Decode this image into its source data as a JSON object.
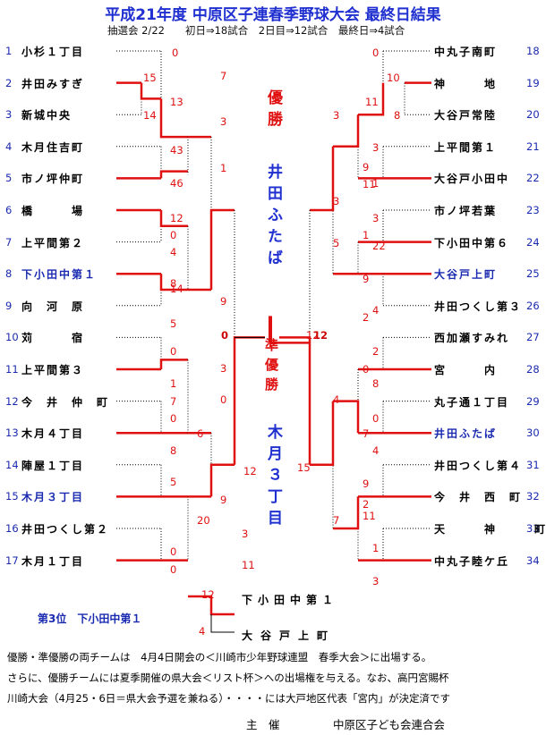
{
  "title": "平成21年度 中原区子連春季野球大会 最終日結果",
  "subtitle": "抽選会 2/22　　初日⇒18試合　2日目⇒12試合　最終日⇒4試合",
  "left_teams": [
    {
      "no": "1",
      "name": "小杉１丁目"
    },
    {
      "no": "2",
      "name": "井田みすぎ"
    },
    {
      "no": "3",
      "name": "新城中央"
    },
    {
      "no": "4",
      "name": "木月住吉町"
    },
    {
      "no": "5",
      "name": "市ノ坪仲町"
    },
    {
      "no": "6",
      "name": "橋　　　場"
    },
    {
      "no": "7",
      "name": "上平間第２"
    },
    {
      "no": "8",
      "name": "下小田中第１"
    },
    {
      "no": "9",
      "name": "向　河　原"
    },
    {
      "no": "10",
      "name": "苅　　　宿"
    },
    {
      "no": "11",
      "name": "上平間第３"
    },
    {
      "no": "12",
      "name": "今　井　仲　町"
    },
    {
      "no": "13",
      "name": "木月４丁目"
    },
    {
      "no": "14",
      "name": "陣屋１丁目"
    },
    {
      "no": "15",
      "name": "木月３丁目"
    },
    {
      "no": "16",
      "name": "井田つくし第２"
    },
    {
      "no": "17",
      "name": "木月１丁目"
    }
  ],
  "right_teams": [
    {
      "no": "18",
      "name": "中丸子南町"
    },
    {
      "no": "19",
      "name": "神　　　地"
    },
    {
      "no": "20",
      "name": "大谷戸常陸"
    },
    {
      "no": "21",
      "name": "上平間第１"
    },
    {
      "no": "22",
      "name": "大谷戸小田中"
    },
    {
      "no": "23",
      "name": "市ノ坪若葉"
    },
    {
      "no": "24",
      "name": "下小田中第６"
    },
    {
      "no": "25",
      "name": "大谷戸上町"
    },
    {
      "no": "26",
      "name": "井田つくし第３"
    },
    {
      "no": "27",
      "name": "西加瀬すみれ"
    },
    {
      "no": "28",
      "name": "宮　　　内"
    },
    {
      "no": "29",
      "name": "丸子通１丁目"
    },
    {
      "no": "30",
      "name": "井田ふたば"
    },
    {
      "no": "31",
      "name": "井田つくし第４"
    },
    {
      "no": "32",
      "name": "今　井　西　町"
    },
    {
      "no": "33",
      "name": "天　　　神　　　町"
    },
    {
      "no": "34",
      "name": "中丸子睦ケ丘"
    }
  ],
  "scores_left": [
    "0",
    "15",
    "14",
    "7",
    "13",
    "43",
    "46",
    "1",
    "3",
    "12",
    "0",
    "4",
    "8",
    "14",
    "5",
    "9",
    "0",
    "1",
    "3",
    "7",
    "0",
    "0",
    "6",
    "8",
    "5",
    "20",
    "0",
    "0",
    "9",
    "12",
    "3",
    "11"
  ],
  "scores_right": [
    "0",
    "10",
    "8",
    "11",
    "3",
    "3",
    "1",
    "9",
    "11",
    "3",
    "3",
    "22",
    "1",
    "5",
    "9",
    "4",
    "2",
    "2",
    "0",
    "8",
    "0",
    "7",
    "4",
    "4",
    "9",
    "11",
    "1",
    "3",
    "2",
    "7",
    "15",
    "12"
  ],
  "final": {
    "left": "0",
    "right": "12"
  },
  "champion_label": "優勝",
  "champion_team": "井田ふたば",
  "runnerup_label": "準優勝",
  "runnerup_team": "木月３丁目",
  "third": {
    "label": "第3位　下小田中第１",
    "team1": "下小田中第１",
    "team2": "大谷戸上町",
    "score1": "12",
    "score2": "4"
  },
  "notes": [
    "優勝・準優勝の両チームは　4月4日開会の＜川崎市少年野球連盟　春季大会＞に出場する。",
    "さらに、優勝チームには夏季開催の県大会＜リスト杯＞への出場権を与える。なお、高円宮賜杯",
    "川崎大会（4月25・6日＝県大会予選を兼ねる）・・・・には大戸地区代表「宮内」が決定済です"
  ],
  "sponsor_label": "主　催",
  "sponsor": "中原区子ども会連合会",
  "colors": {
    "title": "#1f2fd0",
    "winner_line": "#e01010",
    "loser_line": "#000000",
    "score": "#e01010"
  }
}
